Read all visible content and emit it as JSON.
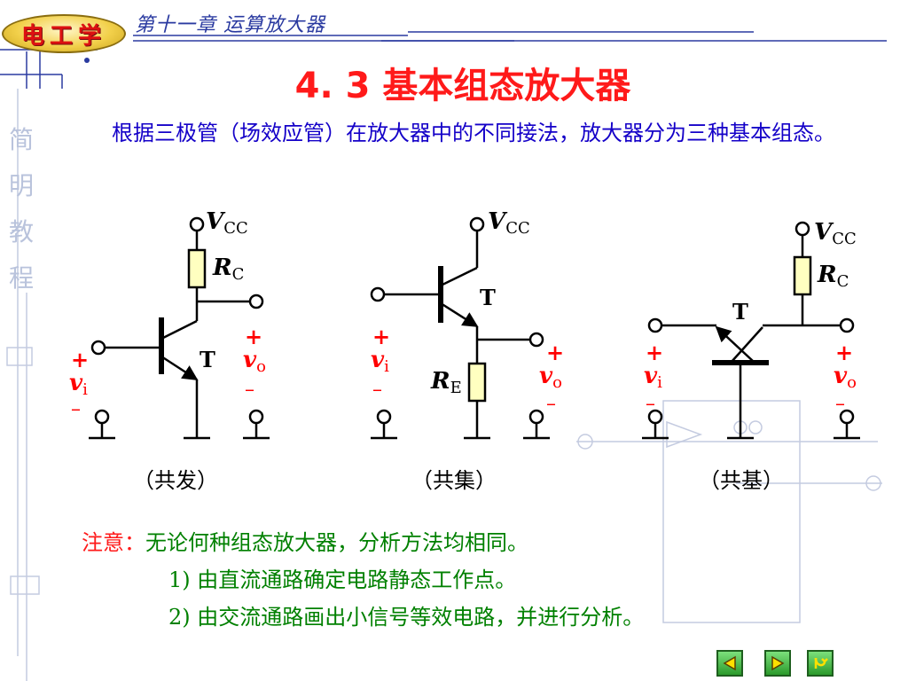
{
  "header": {
    "logo_text": "电工学",
    "chapter": "第十一章  运算放大器"
  },
  "side_label": "简明教程",
  "title": "4. 3  基本组态放大器",
  "intro": "根据三极管（场效应管）在放大器中的不同接法，放大器分为三种基本组态。",
  "circuits": {
    "ce": {
      "vcc_main": "V",
      "vcc_sub": "CC",
      "r_main": "R",
      "r_sub": "C",
      "t": "T",
      "plus_in": "+",
      "vi_main": "v",
      "vi_sub": "i",
      "minus_in": "–",
      "plus_out": "+",
      "vo_main": "v",
      "vo_sub": "o",
      "minus_out": "–",
      "caption": "（共发）"
    },
    "cc": {
      "vcc_main": "V",
      "vcc_sub": "CC",
      "t": "T",
      "r_main": "R",
      "r_sub": "E",
      "plus_in": "+",
      "vi_main": "v",
      "vi_sub": "i",
      "minus_in": "–",
      "plus_out": "+",
      "vo_main": "v",
      "vo_sub": "o",
      "minus_out": "–",
      "caption": "（共集）"
    },
    "cb": {
      "vcc_main": "V",
      "vcc_sub": "CC",
      "r_main": "R",
      "r_sub": "C",
      "t": "T",
      "plus_in": "+",
      "vi_main": "v",
      "vi_sub": "i",
      "minus_in": "–",
      "plus_out": "+",
      "vo_main": "v",
      "vo_sub": "o",
      "minus_out": "–",
      "caption": "（共基）"
    }
  },
  "note": {
    "label": "注意：",
    "text": "无论何种组态放大器，分析方法均相同。",
    "item1": "1) 由直流通路确定电路静态工作点。",
    "item2": "2) 由交流通路画出小信号等效电路，并进行分析。"
  },
  "colors": {
    "title": "#ff1a1a",
    "intro": "#1400c8",
    "note_label": "#ff1a1a",
    "note_text": "#008000",
    "circuit_label": "#ff0000",
    "nav_button": "#3cb83c"
  },
  "nav": {
    "prev_icon": "left-triangle-icon",
    "next_icon": "right-triangle-icon",
    "return_icon": "return-arrow-icon"
  }
}
